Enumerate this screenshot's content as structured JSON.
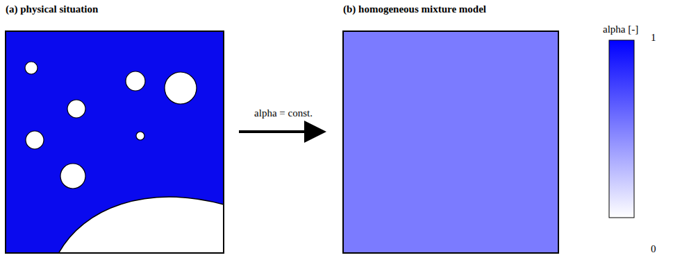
{
  "diagram": {
    "nodes": [
      {
        "text": [
          "(a) physical situation"
        ]
      },
      {
        "text": [
          "(b) homogeneous mixture model"
        ]
      }
    ],
    "edges": [
      {
        "from": 0,
        "to": 1,
        "arrow": "to",
        "label": "alpha = const."
      }
    ],
    "labels": [
      "alpha [-]",
      "1",
      "0"
    ]
  }
}
